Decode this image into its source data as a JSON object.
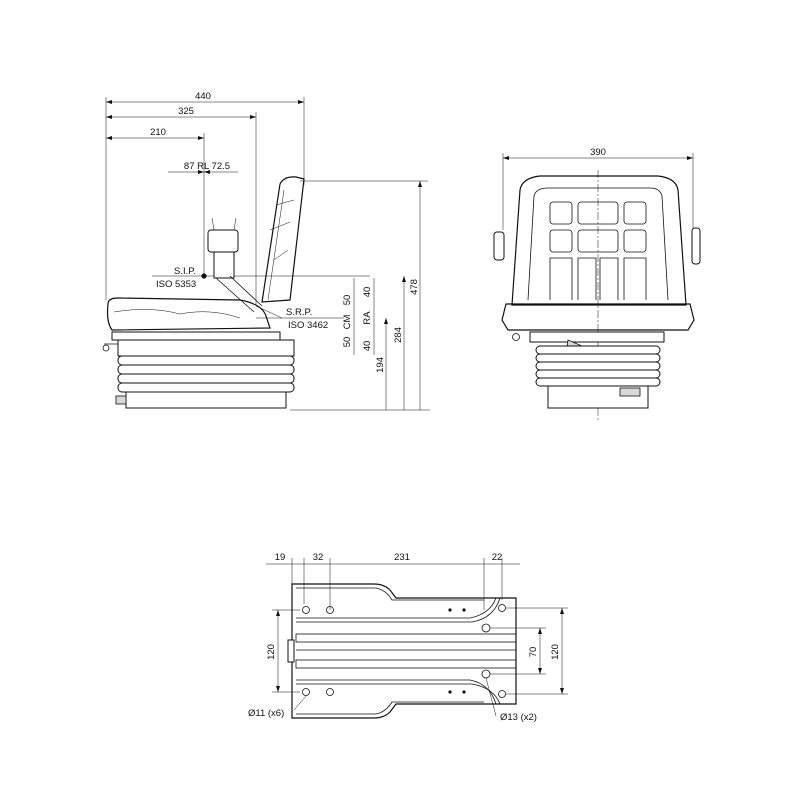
{
  "side_view": {
    "dim_total_depth": "440",
    "dim_backrest": "325",
    "dim_sip": "210",
    "dim_rl": "87  RL  72.5",
    "sip_label": "S.I.P.",
    "sip_standard": "ISO 5353",
    "srp_label": "S.R.P.",
    "srp_standard": "ISO 3462",
    "cm_label": "CM",
    "cm_up": "50",
    "cm_down": "50",
    "ra_label": "RA",
    "ra_up": "40",
    "ra_down": "40",
    "dim_194": "194",
    "dim_284": "284",
    "dim_478": "478"
  },
  "front_view": {
    "dim_width": "390"
  },
  "base_plate": {
    "dim_19": "19",
    "dim_32": "32",
    "dim_231": "231",
    "dim_22": "22",
    "dim_120_left": "120",
    "dim_70": "70",
    "dim_120_right": "120",
    "hole_small": "Ø11 (x6)",
    "hole_large": "Ø13 (x2)"
  }
}
